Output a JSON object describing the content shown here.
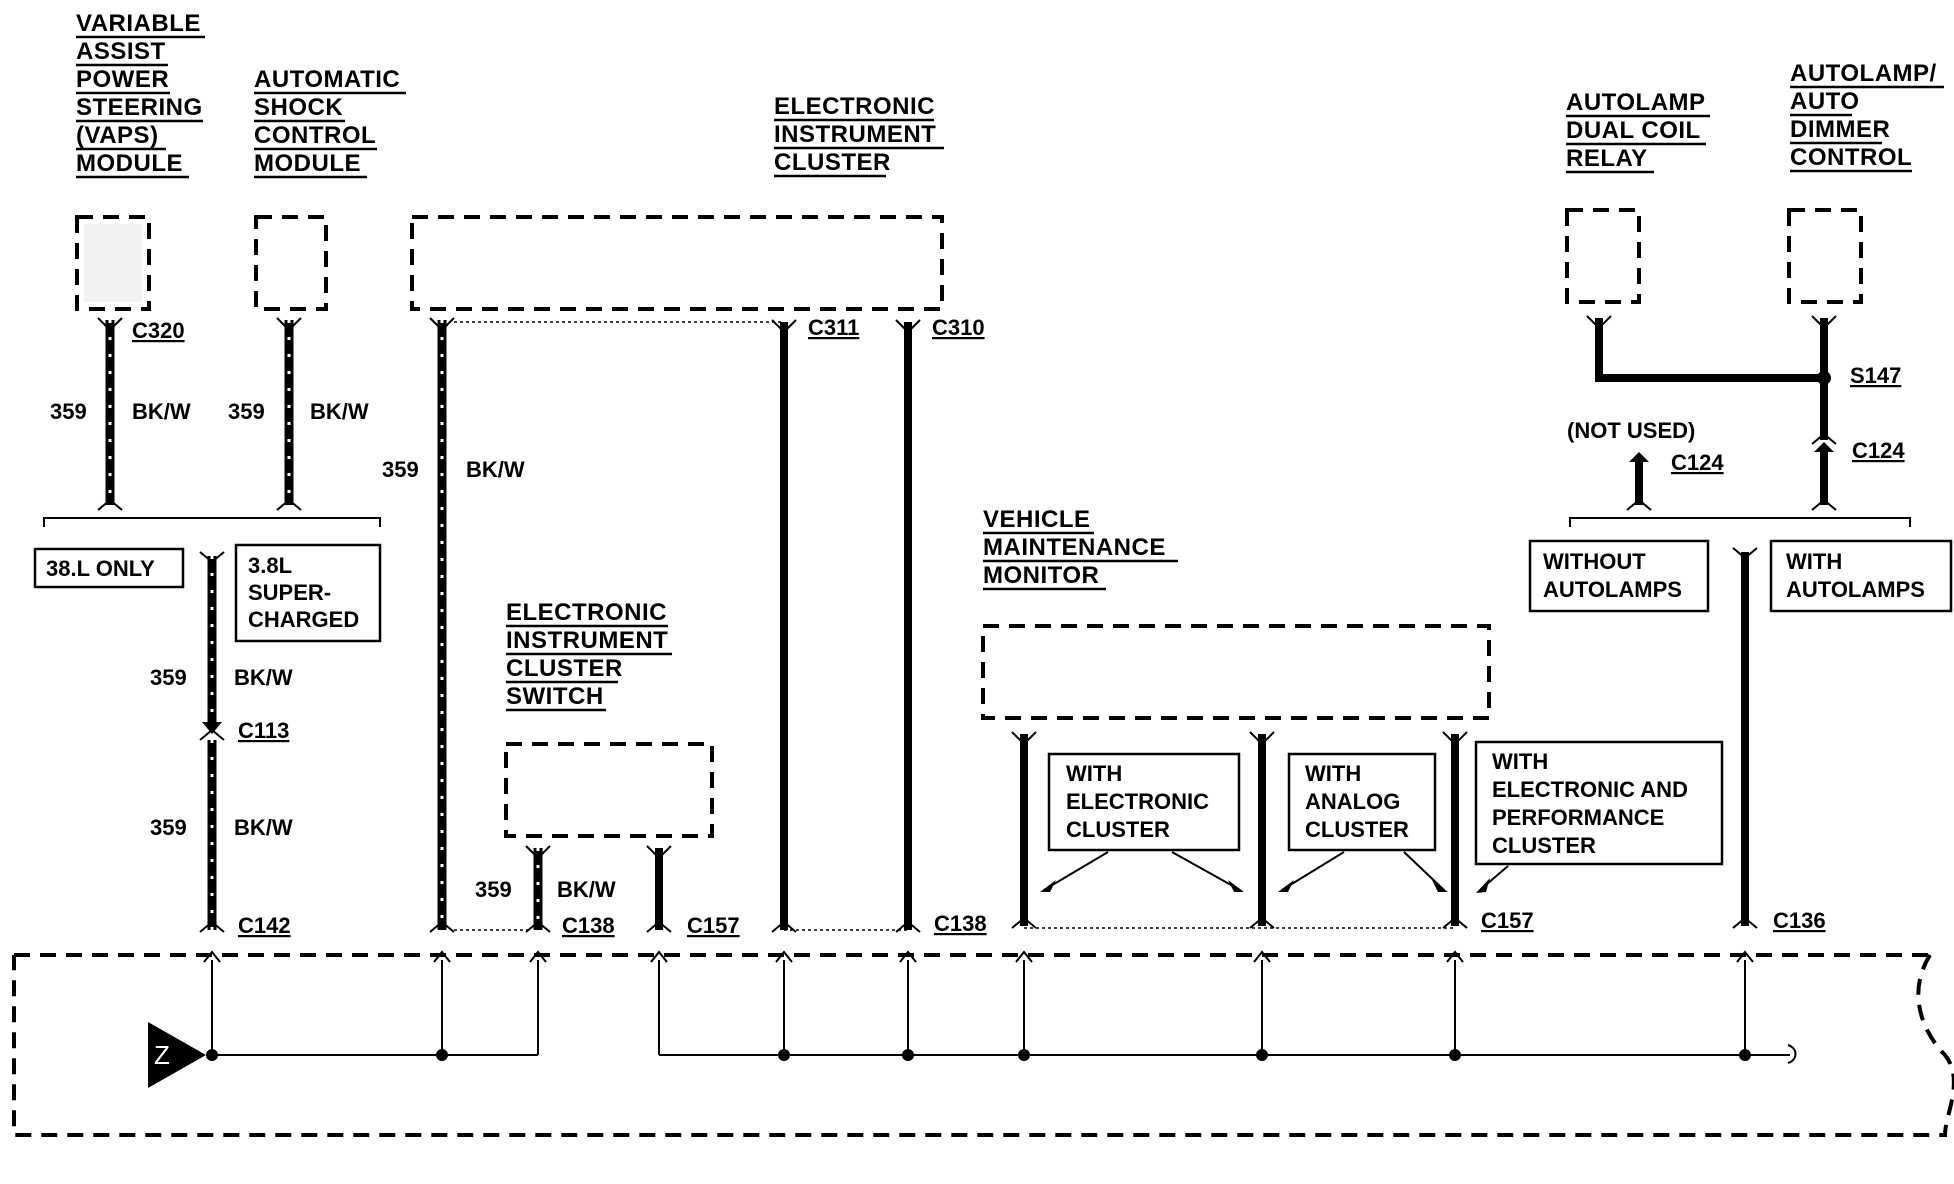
{
  "components": {
    "vaps": [
      "VARIABLE",
      "ASSIST",
      "POWER",
      "STEERING",
      "(VAPS)",
      "MODULE"
    ],
    "shock": [
      "AUTOMATIC",
      "SHOCK",
      "CONTROL",
      "MODULE"
    ],
    "cluster": [
      "ELECTRONIC",
      "INSTRUMENT",
      "CLUSTER"
    ],
    "relay": [
      "AUTOLAMP",
      "DUAL COIL",
      "RELAY"
    ],
    "dimmer": [
      "AUTOLAMP/",
      "AUTO",
      "DIMMER",
      "CONTROL"
    ],
    "vmm": [
      "VEHICLE",
      "MAINTENANCE",
      "MONITOR"
    ],
    "switch": [
      "ELECTRONIC",
      "INSTRUMENT",
      "CLUSTER",
      "SWITCH"
    ]
  },
  "wires": {
    "circuit": "359",
    "color": "BK/W"
  },
  "connectors": {
    "c320": "C320",
    "c311": "C311",
    "c310": "C310",
    "s147": "S147",
    "c124a": "C124",
    "c124b": "C124",
    "c113": "C113",
    "c142": "C142",
    "c138a": "C138",
    "c157a": "C157",
    "c138b": "C138",
    "c157b": "C157",
    "c136": "C136"
  },
  "notes": {
    "not_used": "(NOT USED)",
    "only38": "38.L ONLY",
    "supercharged": [
      "3.8L",
      "SUPER-",
      "CHARGED"
    ],
    "without_autolamps": [
      "WITHOUT",
      "AUTOLAMPS"
    ],
    "with_autolamps": [
      "WITH",
      "AUTOLAMPS"
    ],
    "with_electronic": [
      "WITH",
      "ELECTRONIC",
      "CLUSTER"
    ],
    "with_analog": [
      "WITH",
      "ANALOG",
      "CLUSTER"
    ],
    "with_perf": [
      "WITH",
      "ELECTRONIC AND",
      "PERFORMANCE",
      "CLUSTER"
    ]
  },
  "ground": {
    "symbol": "Z"
  }
}
